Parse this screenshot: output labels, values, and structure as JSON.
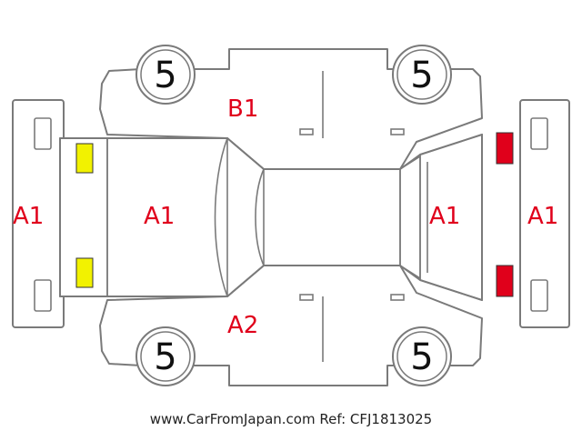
{
  "diagram": {
    "codes": {
      "front_bumper": "A1",
      "hood": "A1",
      "trunk_lid": "A1",
      "rear_bumper": "A1",
      "roof_pillar": "B1",
      "rocker_panel": "A2"
    },
    "wheels": {
      "front_left": "5",
      "rear_left": "5",
      "front_right": "5",
      "rear_right": "5"
    },
    "colors": {
      "damage_code": "#e0001b",
      "front_lights": "#f2f200",
      "rear_lights": "#e0001b",
      "outline": "#7a7a7a"
    }
  },
  "footer": {
    "watermark": "www.CarFromJapan.com Ref: CFJ1813025"
  }
}
